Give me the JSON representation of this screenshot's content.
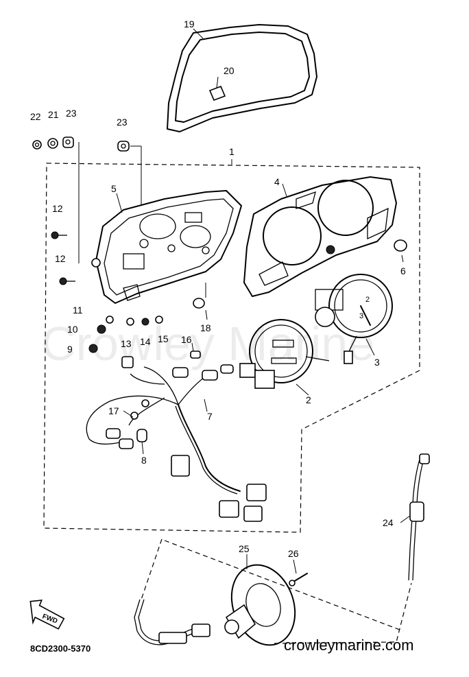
{
  "diagram": {
    "drawing_code": "8CD2300-5370",
    "watermark": "Crowley Marine",
    "website": "crowleymarine.com",
    "direction_arrow_label": "FWD",
    "callouts": [
      {
        "id": "c1",
        "label": "1"
      },
      {
        "id": "c2",
        "label": "2"
      },
      {
        "id": "c3",
        "label": "3"
      },
      {
        "id": "c4",
        "label": "4"
      },
      {
        "id": "c5",
        "label": "5"
      },
      {
        "id": "c6",
        "label": "6"
      },
      {
        "id": "c7",
        "label": "7"
      },
      {
        "id": "c8",
        "label": "8"
      },
      {
        "id": "c9",
        "label": "9"
      },
      {
        "id": "c10",
        "label": "10"
      },
      {
        "id": "c11",
        "label": "11"
      },
      {
        "id": "c12a",
        "label": "12"
      },
      {
        "id": "c12b",
        "label": "12"
      },
      {
        "id": "c13",
        "label": "13"
      },
      {
        "id": "c14",
        "label": "14"
      },
      {
        "id": "c15",
        "label": "15"
      },
      {
        "id": "c16",
        "label": "16"
      },
      {
        "id": "c17",
        "label": "17"
      },
      {
        "id": "c18",
        "label": "18"
      },
      {
        "id": "c19",
        "label": "19"
      },
      {
        "id": "c20",
        "label": "20"
      },
      {
        "id": "c21",
        "label": "21"
      },
      {
        "id": "c22",
        "label": "22"
      },
      {
        "id": "c23a",
        "label": "23"
      },
      {
        "id": "c23b",
        "label": "23"
      },
      {
        "id": "c24",
        "label": "24"
      },
      {
        "id": "c25",
        "label": "25"
      },
      {
        "id": "c26",
        "label": "26"
      }
    ]
  }
}
